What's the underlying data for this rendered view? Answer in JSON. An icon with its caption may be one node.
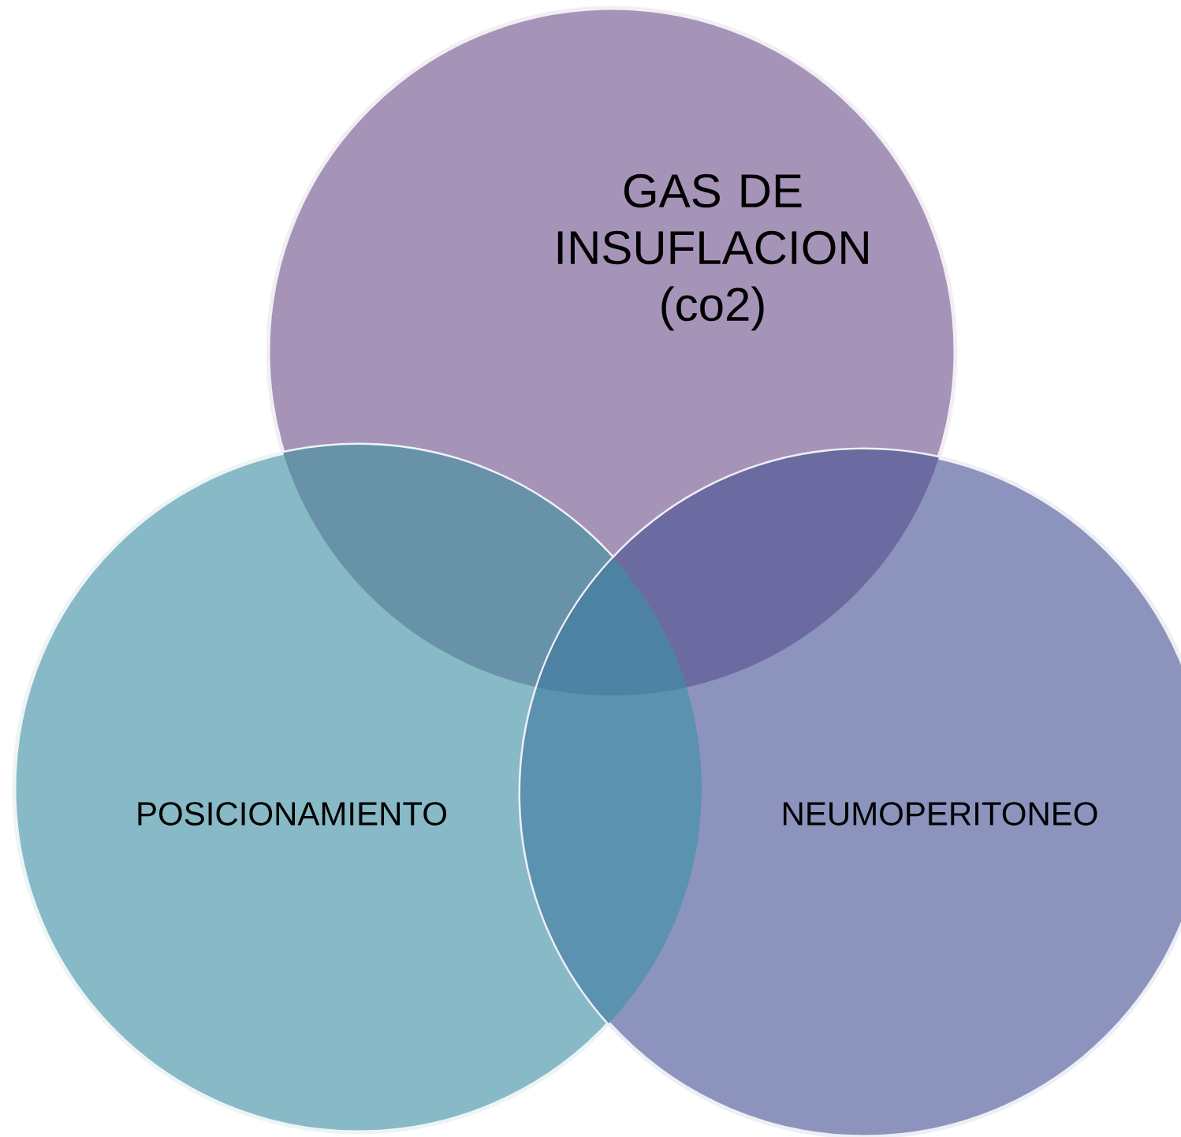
{
  "diagram": {
    "nodes": [
      {
        "text": [
          "GAS DE INSUFLACION (co2)"
        ]
      },
      {
        "text": [
          "POSICIONAMIENTO"
        ]
      },
      {
        "text": [
          "NEUMOPERITONEO"
        ]
      }
    ]
  }
}
